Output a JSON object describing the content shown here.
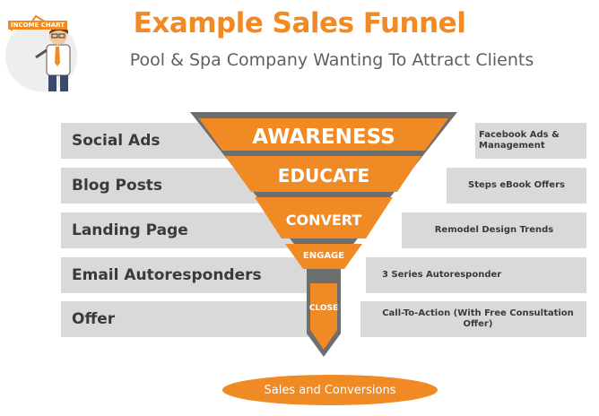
{
  "header": {
    "title": "Example Sales Funnel",
    "subtitle": "Pool & Spa Company Wanting To Attract Clients"
  },
  "logo": {
    "text": "INCOME CHART"
  },
  "channels": [
    {
      "label": "Social Ads"
    },
    {
      "label": "Blog Posts"
    },
    {
      "label": "Landing Page"
    },
    {
      "label": "Email Autoresponders"
    },
    {
      "label": "Offer"
    }
  ],
  "stages": [
    {
      "label": "AWARENESS"
    },
    {
      "label": "EDUCATE"
    },
    {
      "label": "CONVERT"
    },
    {
      "label": "ENGAGE"
    },
    {
      "label": "CLOSE"
    }
  ],
  "tactics": [
    {
      "label": "Facebook Ads & Management"
    },
    {
      "label": "Steps eBook Offers"
    },
    {
      "label": "Remodel Design Trends"
    },
    {
      "label": "3 Series Autoresponder"
    },
    {
      "label": "Call-To-Action (With Free Consultation Offer)"
    }
  ],
  "outcome": {
    "label": "Sales and Conversions"
  },
  "colors": {
    "accent": "#f08a24",
    "funnel_outline": "#6e6e6e",
    "bar_gray": "#d9d9d9",
    "text_dark": "#3a3a3a"
  }
}
